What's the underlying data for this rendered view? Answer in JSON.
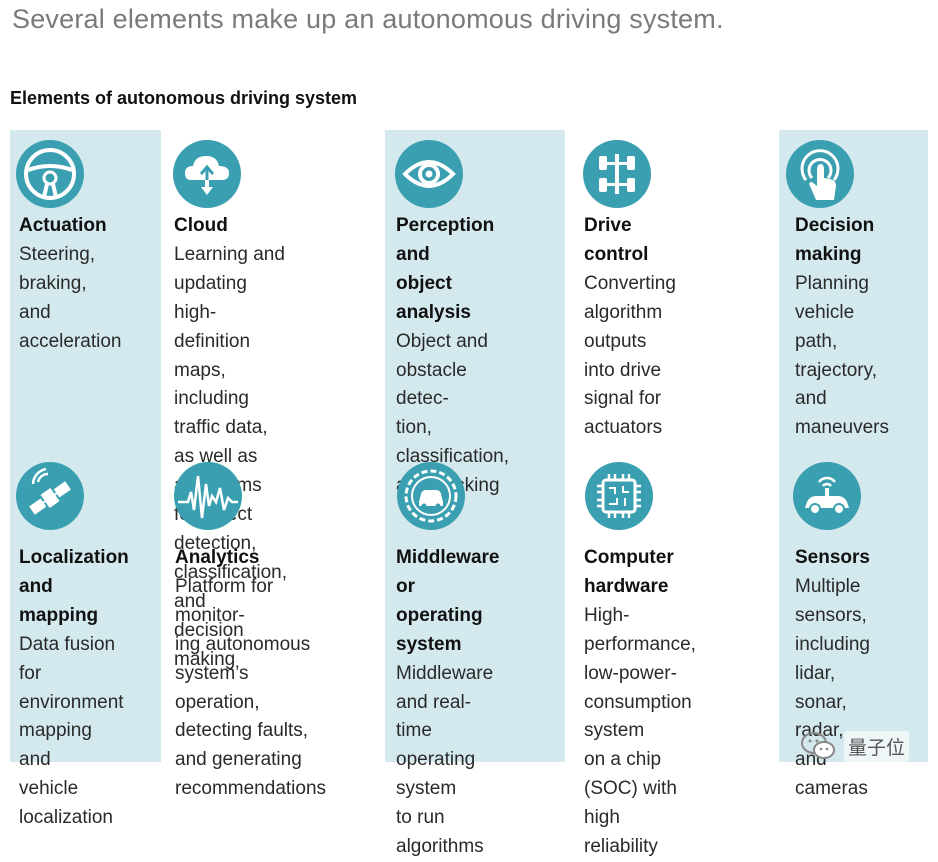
{
  "page_title": "Several elements make up an autonomous driving system.",
  "section_title": "Elements of autonomous driving system",
  "colors": {
    "band": "#d4e9ee",
    "icon": "#3a9fb0"
  },
  "elements": [
    {
      "icon": "steering-wheel-icon",
      "title": "Actuation",
      "desc": "Steering,\nbraking, and\nacceleration"
    },
    {
      "icon": "cloud-icon",
      "title": "Cloud",
      "desc": "Learning and updating\nhigh-definition maps,\nincluding traffic data,\nas well as algorithms\nfor object detection,\nclassification, and\ndecision making"
    },
    {
      "icon": "eye-icon",
      "title": "Perception and\nobject analysis",
      "desc": "Object and\nobstacle detec-\ntion, classification,\nand tracking"
    },
    {
      "icon": "drivetrain-icon",
      "title": "Drive control",
      "desc": "Converting\nalgorithm outputs\ninto drive signal for\nactuators"
    },
    {
      "icon": "touch-icon",
      "title": "Decision\nmaking",
      "desc": "Planning\nvehicle path,\ntrajectory, and\nmaneuvers"
    },
    {
      "icon": "satellite-icon",
      "title": "Localization\nand mapping",
      "desc": "Data fusion for\nenvironment\nmapping and\nvehicle\nlocalization"
    },
    {
      "icon": "waveform-icon",
      "title": "Analytics",
      "desc": "Platform for monitor-\ning autonomous\nsystem’s operation,\ndetecting faults,\nand generating\nrecommendations"
    },
    {
      "icon": "car-in-gear-icon",
      "title": "Middleware or\noperating\nsystem",
      "desc": "Middleware\nand real-time\noperating system\nto run algorithms"
    },
    {
      "icon": "chip-icon",
      "title": "Computer\nhardware",
      "desc": "High-performance,\nlow-power-\nconsumption system\non a chip (SOC) with\nhigh reliability"
    },
    {
      "icon": "car-sensor-icon",
      "title": "Sensors",
      "desc": "Multiple\nsensors,\nincluding lidar,\nsonar, radar,\nand cameras"
    }
  ],
  "watermark": {
    "icon": "wechat-icon",
    "text": "量子位"
  }
}
